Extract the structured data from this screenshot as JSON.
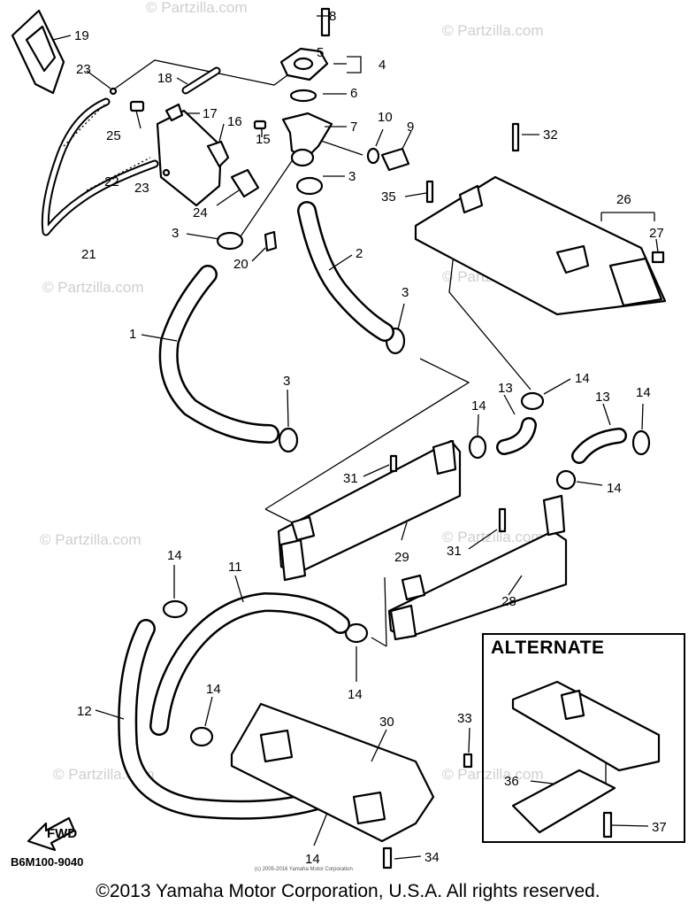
{
  "watermark": "© Partzilla.com",
  "part_numbers": {
    "p1": "1",
    "p2": "2",
    "p3a": "3",
    "p3b": "3",
    "p3c": "3",
    "p3d": "3",
    "p4": "4",
    "p5": "5",
    "p6": "6",
    "p7": "7",
    "p8": "8",
    "p9": "9",
    "p10": "10",
    "p11": "11",
    "p12": "12",
    "p13a": "13",
    "p13b": "13",
    "p14a": "14",
    "p14b": "14",
    "p14c": "14",
    "p14d": "14",
    "p14e": "14",
    "p14f": "14",
    "p14g": "14",
    "p14h": "14",
    "p15": "15",
    "p16": "16",
    "p17": "17",
    "p18": "18",
    "p19": "19",
    "p20": "20",
    "p21": "21",
    "p22": "22",
    "p23a": "23",
    "p23b": "23",
    "p24": "24",
    "p25": "25",
    "p26": "26",
    "p27": "27",
    "p28": "28",
    "p29": "29",
    "p30": "30",
    "p31a": "31",
    "p31b": "31",
    "p32": "32",
    "p33": "33",
    "p34": "34",
    "p35": "35",
    "p36": "36",
    "p37": "37"
  },
  "alternate_label": "ALTERNATE",
  "fwd_label": "FWD",
  "diagram_code": "B6M100-9040",
  "small_copyright": "(c) 2005-2016 Yamaha Motor Corporation",
  "copyright": "©2013 Yamaha Motor Corporation, U.S.A. All rights reserved."
}
